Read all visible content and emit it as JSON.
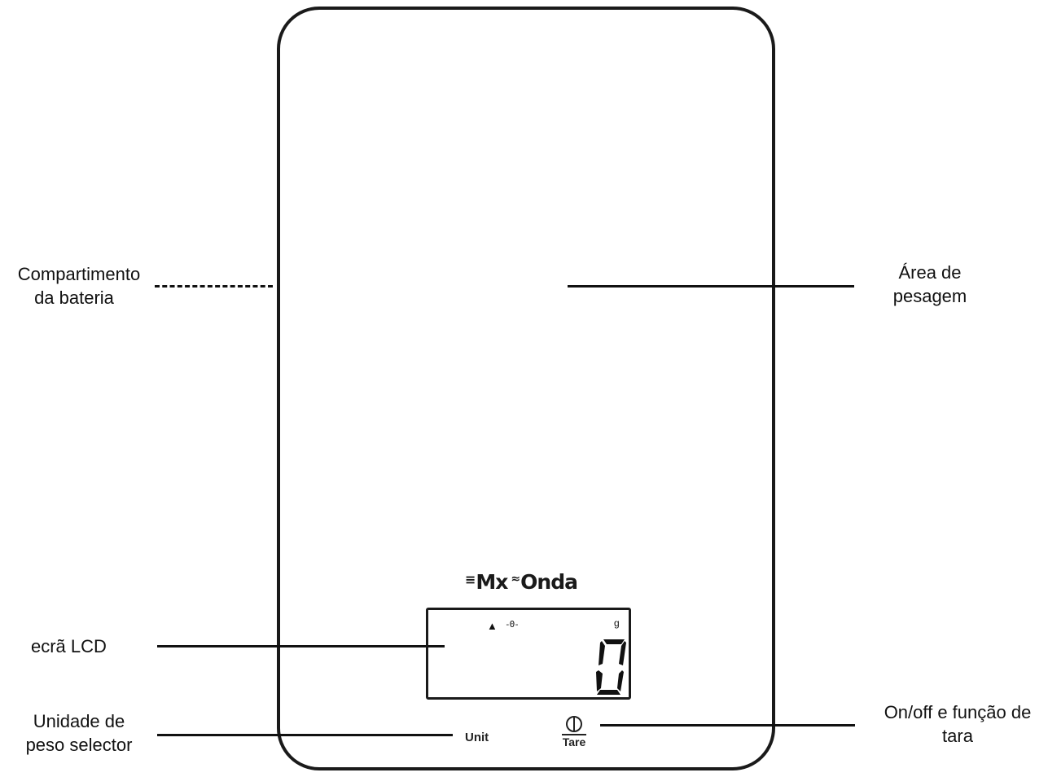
{
  "callouts": {
    "battery_line1": "Compartimento",
    "battery_line2": "da bateria",
    "weighing_line1": "Área de",
    "weighing_line2": "pesagem",
    "lcd": "ecrã LCD",
    "unit_line1": "Unidade de",
    "unit_line2": "peso selector",
    "onoff_line1": "On/off e função de",
    "onoff_line2": "tara"
  },
  "device": {
    "brand_part1": "Mx",
    "brand_part2": "Onda",
    "lcd_arrow": "▲",
    "lcd_zero_indicator": "-0-",
    "lcd_unit": "g",
    "lcd_value": "0",
    "unit_button_label": "Unit",
    "tare_button_label": "Tare",
    "power_icon": "power-icon"
  }
}
